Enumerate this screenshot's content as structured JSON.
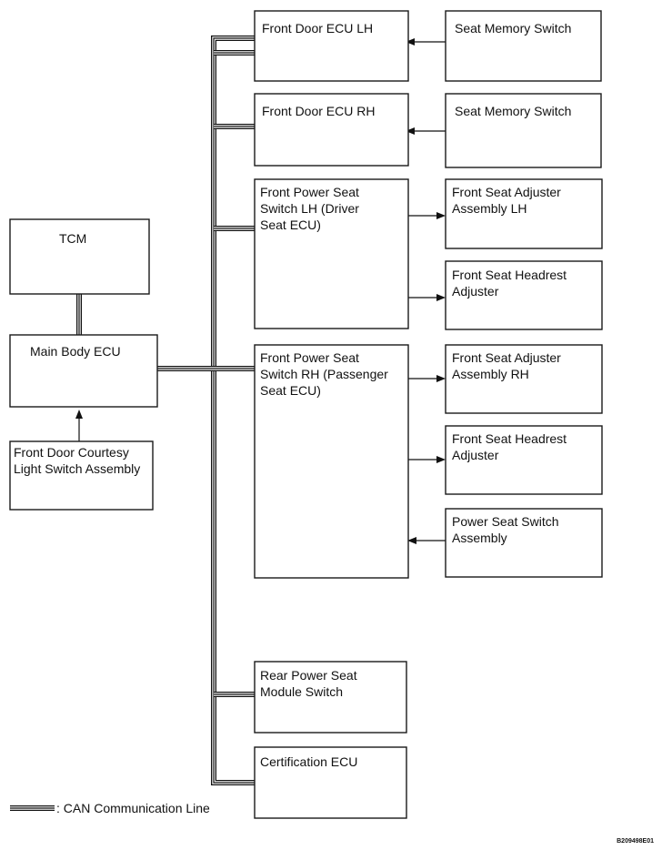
{
  "diagram": {
    "boxes": {
      "tcm": {
        "lines": [
          "TCM"
        ]
      },
      "main_body_ecu": {
        "lines": [
          "Main Body ECU"
        ]
      },
      "front_door_courtesy": {
        "lines": [
          "Front Door Courtesy",
          "Light Switch Assembly"
        ]
      },
      "front_door_ecu_lh": {
        "lines": [
          "Front Door ECU LH"
        ]
      },
      "front_door_ecu_rh": {
        "lines": [
          "Front Door ECU RH"
        ]
      },
      "seat_memory_switch_1": {
        "lines": [
          "Seat Memory Switch"
        ]
      },
      "seat_memory_switch_2": {
        "lines": [
          "Seat Memory Switch"
        ]
      },
      "front_power_seat_lh": {
        "lines": [
          "Front Power Seat",
          "Switch LH (Driver",
          "Seat ECU)"
        ]
      },
      "front_seat_adjuster_lh": {
        "lines": [
          "Front Seat Adjuster",
          "Assembly LH"
        ]
      },
      "front_seat_headrest_1": {
        "lines": [
          "Front Seat Headrest",
          "Adjuster"
        ]
      },
      "front_power_seat_rh": {
        "lines": [
          "Front Power Seat",
          "Switch RH (Passenger",
          "Seat ECU)"
        ]
      },
      "front_seat_adjuster_rh": {
        "lines": [
          "Front Seat Adjuster",
          "Assembly RH"
        ]
      },
      "front_seat_headrest_2": {
        "lines": [
          "Front Seat Headrest",
          "Adjuster"
        ]
      },
      "power_seat_switch": {
        "lines": [
          "Power Seat Switch",
          "Assembly"
        ]
      },
      "rear_power_seat": {
        "lines": [
          "Rear Power Seat",
          "Module Switch"
        ]
      },
      "certification_ecu": {
        "lines": [
          "Certification ECU"
        ]
      }
    },
    "legend": {
      "label": ": CAN Communication Line"
    },
    "figure_code": "B209498E01"
  }
}
